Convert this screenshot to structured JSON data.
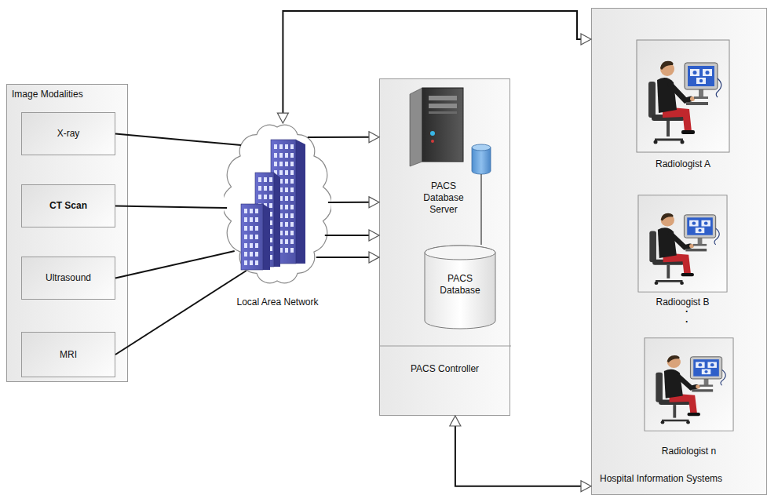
{
  "diagram": {
    "nodes": [
      {
        "text": [
          "Image Modalities"
        ]
      },
      {
        "text": [
          "X-ray"
        ],
        "in": 0
      },
      {
        "text": [
          "CT Scan"
        ],
        "in": 0
      },
      {
        "text": [
          "Ultrasound"
        ],
        "in": 0
      },
      {
        "text": [
          "MRI"
        ],
        "in": 0
      },
      {
        "text": [
          "Local Area Network"
        ]
      },
      {
        "text": [
          "PACS Controller"
        ]
      },
      {
        "text": [
          "PACS Database Server"
        ],
        "in": 6
      },
      {
        "text": [
          "PACS Database"
        ],
        "in": 6
      },
      {
        "text": [
          "Hospital Information Systems"
        ]
      },
      {
        "text": [
          "Radiologist A"
        ],
        "in": 9
      },
      {
        "text": [
          "Radioogist B"
        ],
        "in": 9
      },
      {
        "text": [
          "Radiologist n"
        ],
        "in": 9
      }
    ],
    "edges": [
      {
        "from": 1,
        "to": 5,
        "arrow": "none"
      },
      {
        "from": 2,
        "to": 5,
        "arrow": "none"
      },
      {
        "from": 3,
        "to": 5,
        "arrow": "none"
      },
      {
        "from": 4,
        "to": 5,
        "arrow": "none"
      },
      {
        "from": 5,
        "to": 6,
        "arrow": "to"
      },
      {
        "from": 5,
        "to": 6,
        "arrow": "to"
      },
      {
        "from": 5,
        "to": 6,
        "arrow": "to"
      },
      {
        "from": 5,
        "to": 6,
        "arrow": "to"
      },
      {
        "from": 5,
        "to": 9,
        "arrow": "both"
      },
      {
        "from": 6,
        "to": 9,
        "arrow": "both"
      },
      {
        "from": 7,
        "to": 8,
        "arrow": "none"
      }
    ],
    "labels": [
      ".",
      "."
    ]
  }
}
